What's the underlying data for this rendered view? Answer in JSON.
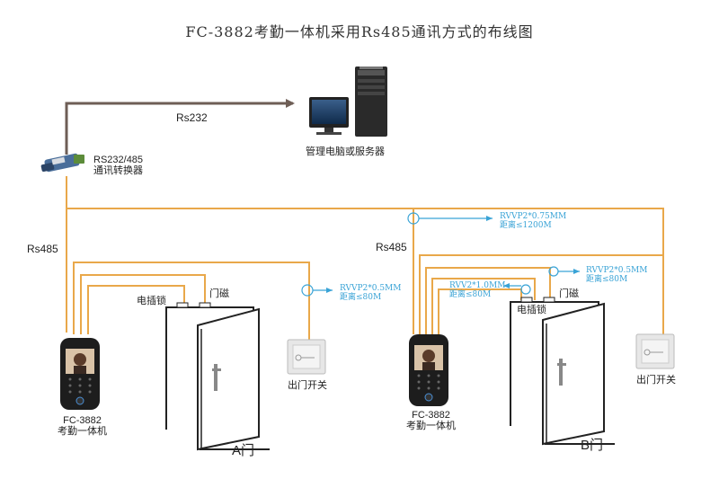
{
  "title": "FC-3882考勤一体机采用Rs485通讯方式的布线图",
  "colors": {
    "wire": "#e9a84a",
    "arrow": "#6e5e56",
    "note": "#39a3d6",
    "device": "#1d1d1d"
  },
  "labels": {
    "rs232": "Rs232",
    "converter_line1": "RS232/485",
    "converter_line2": "通讯转换器",
    "server": "管理电脑或服务器",
    "rs485_left": "Rs485",
    "rs485_right": "Rs485",
    "lock_a": "电插锁",
    "magnet_a": "门磁",
    "lock_b": "电插锁",
    "magnet_b": "门磁",
    "exit_a": "出门开关",
    "exit_b": "出门开关",
    "device_a_line1": "FC-3882",
    "device_a_line2": "考勤一体机",
    "device_b_line1": "FC-3882",
    "device_b_line2": "考勤一体机",
    "door_a": "A门",
    "door_b": "B门"
  },
  "notes": {
    "main_line1": "RVVP2*0.75MM",
    "main_line2": "距离≤1200M",
    "a_exit_line1": "RVVP2*0.5MM",
    "a_exit_line2": "距离≤80M",
    "b_lock_line1": "RVV2*1.0MM",
    "b_lock_line2": "距离≤80M",
    "b_exit_line1": "RVVP2*0.5MM",
    "b_exit_line2": "距离≤80M"
  }
}
